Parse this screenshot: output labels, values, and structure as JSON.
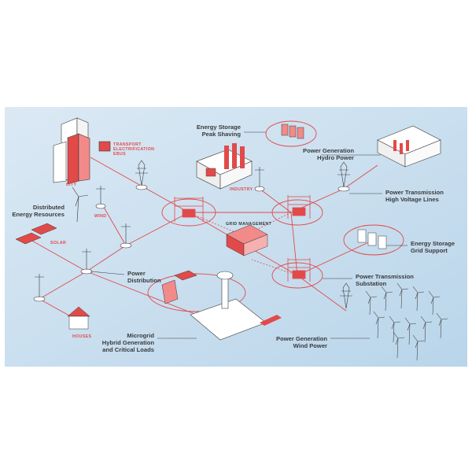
{
  "labels": {
    "energy_storage_peak": [
      "Energy Storage",
      "Peak Shaving"
    ],
    "hydro": [
      "Power Generation",
      "Hydro Power"
    ],
    "transmission_hv": [
      "Power Transmission",
      "High Voltage Lines"
    ],
    "storage_grid": [
      "Energy Storage",
      "Grid Support"
    ],
    "substation": [
      "Power Transmission",
      "Substation"
    ],
    "wind_power": [
      "Power Generation",
      "Wind Power"
    ],
    "distributed": [
      "Distributed",
      "Energy Resources"
    ],
    "distribution": [
      "Power",
      "Distribution"
    ],
    "microgrid": [
      "Microgrid",
      "Hybrid Generation",
      "and Critical Loads"
    ]
  },
  "small_labels": {
    "transport": [
      "TRANSPORT",
      "ELECTRIFICATION",
      "EBUS"
    ],
    "city": "CITY",
    "industry": "INDUSTRY",
    "wind": "WIND",
    "solar": "SOLAR",
    "grid_management": "GRID MANAGEMENT",
    "houses": "HOUSES"
  },
  "colors": {
    "accent": "#e24a4a",
    "bg_top": "#d6e6f2",
    "bg_bottom": "#bcd7ea",
    "ink": "#3a3a3a"
  }
}
